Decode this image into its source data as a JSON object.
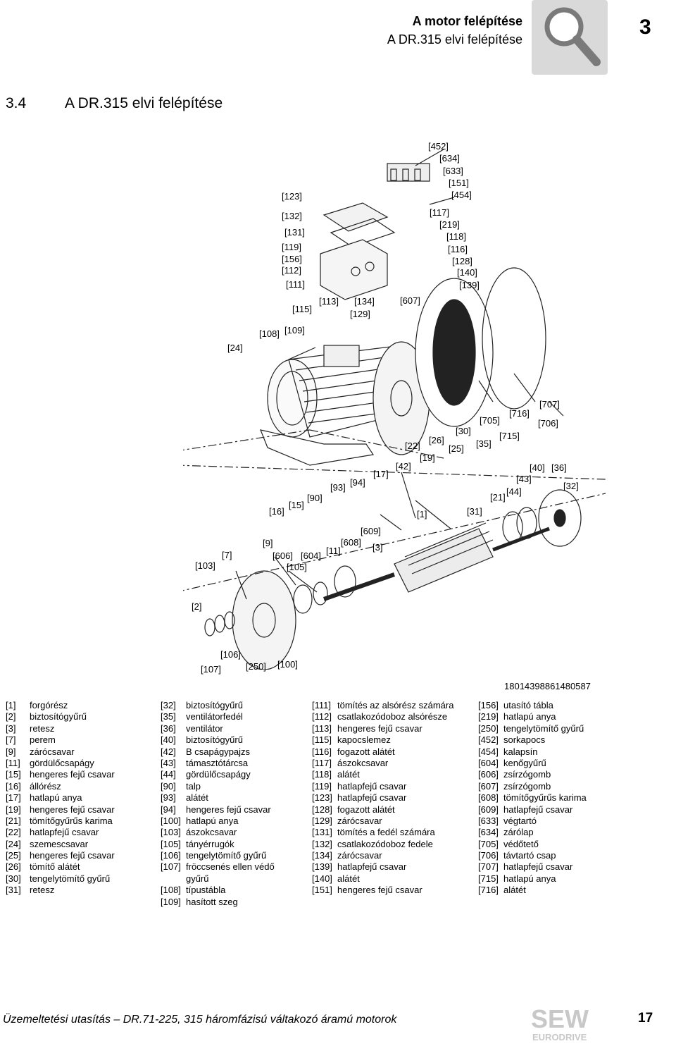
{
  "header": {
    "title_bold": "A motor felépítése",
    "title_sub": "A DR.315 elvi felépítése",
    "chapter": "3"
  },
  "section": {
    "number": "3.4",
    "title": "A DR.315 elvi felépítése"
  },
  "figure": {
    "id": "18014398861480587",
    "labels": [
      "[452]",
      "[634]",
      "[633]",
      "[151]",
      "[454]",
      "[123]",
      "[132]",
      "[131]",
      "[119]",
      "[156]",
      "[112]",
      "[111]",
      "[117]",
      "[219]",
      "[118]",
      "[116]",
      "[128]",
      "[140]",
      "[139]",
      "[113]",
      "[134]",
      "[607]",
      "[115]",
      "[129]",
      "[108]",
      "[109]",
      "[24]",
      "[707]",
      "[716]",
      "[705]",
      "[706]",
      "[30]",
      "[715]",
      "[26]",
      "[35]",
      "[22]",
      "[25]",
      "[19]",
      "[42]",
      "[40]",
      "[36]",
      "[17]",
      "[43]",
      "[94]",
      "[32]",
      "[93]",
      "[44]",
      "[21]",
      "[90]",
      "[15]",
      "[16]",
      "[1]",
      "[31]",
      "[609]",
      "[9]",
      "[608]",
      "[3]",
      "[11]",
      "[7]",
      "[606]",
      "[604]",
      "[103]",
      "[105]",
      "[2]",
      "[106]",
      "[107]",
      "[250]",
      "[100]"
    ]
  },
  "legend": {
    "col1": [
      {
        "n": "[1]",
        "t": "forgórész"
      },
      {
        "n": "[2]",
        "t": "biztosítógyűrű"
      },
      {
        "n": "[3]",
        "t": "retesz"
      },
      {
        "n": "[7]",
        "t": "perem"
      },
      {
        "n": "[9]",
        "t": "zárócsavar"
      },
      {
        "n": "[11]",
        "t": "gördülőcsapágy"
      },
      {
        "n": "[15]",
        "t": "hengeres fejű csavar"
      },
      {
        "n": "[16]",
        "t": "állórész"
      },
      {
        "n": "[17]",
        "t": "hatlapú anya"
      },
      {
        "n": "[19]",
        "t": "hengeres fejű csavar"
      },
      {
        "n": "[21]",
        "t": "tömítőgyűrűs karima"
      },
      {
        "n": "[22]",
        "t": "hatlapfejű csavar"
      },
      {
        "n": "[24]",
        "t": "szemescsavar"
      },
      {
        "n": "[25]",
        "t": "hengeres fejű csavar"
      },
      {
        "n": "[26]",
        "t": "tömítő alátét"
      },
      {
        "n": "[30]",
        "t": "tengelytömítő gyűrű"
      },
      {
        "n": "[31]",
        "t": "retesz"
      }
    ],
    "col2": [
      {
        "n": "[32]",
        "t": "biztosítógyűrű"
      },
      {
        "n": "[35]",
        "t": "ventilátorfedél"
      },
      {
        "n": "[36]",
        "t": "ventilátor"
      },
      {
        "n": "[40]",
        "t": "biztosítógyűrű"
      },
      {
        "n": "[42]",
        "t": "B csapágypajzs"
      },
      {
        "n": "[43]",
        "t": "támasztótárcsa"
      },
      {
        "n": "[44]",
        "t": "gördülőcsapágy"
      },
      {
        "n": "[90]",
        "t": "talp"
      },
      {
        "n": "[93]",
        "t": "alátét"
      },
      {
        "n": "[94]",
        "t": "hengeres fejű csavar"
      },
      {
        "n": "[100]",
        "t": "hatlapú anya"
      },
      {
        "n": "[103]",
        "t": "ászokcsavar"
      },
      {
        "n": "[105]",
        "t": "tányérrugók"
      },
      {
        "n": "[106]",
        "t": "tengelytömítő gyűrű"
      },
      {
        "n": "[107]",
        "t": "fröccsenés ellen védő"
      },
      {
        "n": "",
        "t": "gyűrű"
      },
      {
        "n": "[108]",
        "t": "típustábla"
      },
      {
        "n": "[109]",
        "t": "hasított szeg"
      }
    ],
    "col3": [
      {
        "n": "[111]",
        "t": "tömítés az alsórész számára"
      },
      {
        "n": "[112]",
        "t": "csatlakozódoboz alsórésze"
      },
      {
        "n": "[113]",
        "t": "hengeres fejű csavar"
      },
      {
        "n": "[115]",
        "t": "kapocslemez"
      },
      {
        "n": "[116]",
        "t": "fogazott alátét"
      },
      {
        "n": "[117]",
        "t": "ászokcsavar"
      },
      {
        "n": "[118]",
        "t": "alátét"
      },
      {
        "n": "[119]",
        "t": "hatlapfejű csavar"
      },
      {
        "n": "[123]",
        "t": "hatlapfejű csavar"
      },
      {
        "n": "[128]",
        "t": "fogazott alátét"
      },
      {
        "n": "[129]",
        "t": "zárócsavar"
      },
      {
        "n": "[131]",
        "t": "tömítés a fedél számára"
      },
      {
        "n": "[132]",
        "t": "csatlakozódoboz fedele"
      },
      {
        "n": "[134]",
        "t": "zárócsavar"
      },
      {
        "n": "[139]",
        "t": "hatlapfejű csavar"
      },
      {
        "n": "[140]",
        "t": "alátét"
      },
      {
        "n": "[151]",
        "t": "hengeres fejű csavar"
      }
    ],
    "col4": [
      {
        "n": "[156]",
        "t": "utasító tábla"
      },
      {
        "n": "[219]",
        "t": "hatlapú anya"
      },
      {
        "n": "[250]",
        "t": "tengelytömítő gyűrű"
      },
      {
        "n": "[452]",
        "t": "sorkapocs"
      },
      {
        "n": "[454]",
        "t": "kalapsín"
      },
      {
        "n": "[604]",
        "t": "kenőgyűrű"
      },
      {
        "n": "[606]",
        "t": "zsírzógomb"
      },
      {
        "n": "[607]",
        "t": "zsírzógomb"
      },
      {
        "n": "[608]",
        "t": "tömítőgyűrűs karima"
      },
      {
        "n": "[609]",
        "t": "hatlapfejű csavar"
      },
      {
        "n": "[633]",
        "t": "végtartó"
      },
      {
        "n": "[634]",
        "t": "zárólap"
      },
      {
        "n": "[705]",
        "t": "védőtető"
      },
      {
        "n": "[706]",
        "t": "távtartó csap"
      },
      {
        "n": "[707]",
        "t": "hatlapfejű csavar"
      },
      {
        "n": "[715]",
        "t": "hatlapú anya"
      },
      {
        "n": "[716]",
        "t": "alátét"
      }
    ]
  },
  "footer": {
    "text": "Üzemeltetési utasítás – DR.71-225, 315 háromfázisú váltakozó áramú motorok",
    "page": "17",
    "logo_main": "SEW",
    "logo_sub": "EURODRIVE"
  }
}
